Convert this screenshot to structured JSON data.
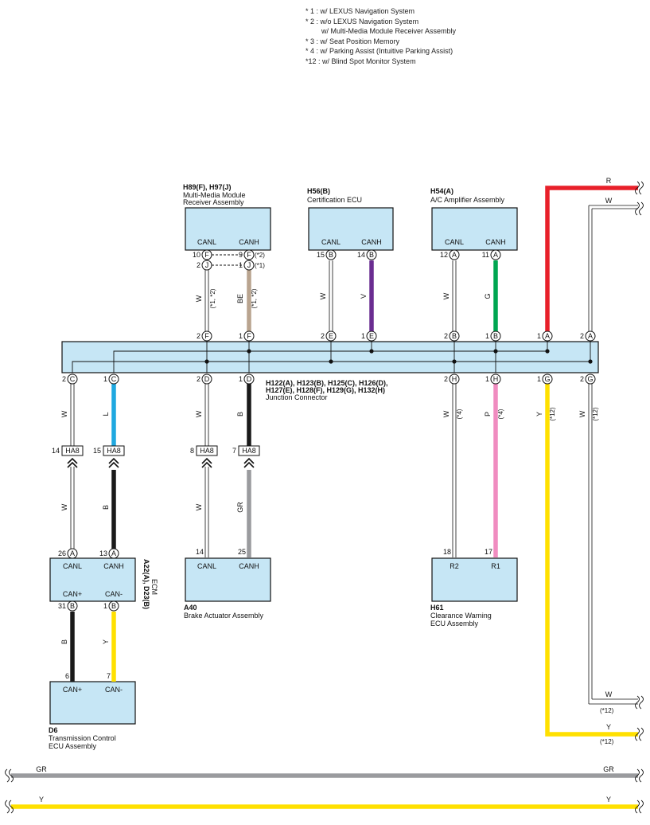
{
  "notes": [
    "* 1 : w/ LEXUS Navigation System",
    "* 2 : w/o LEXUS Navigation System",
    "w/ Multi-Media Module Receiver Assembly",
    "* 3 : w/ Seat Position Memory",
    "* 4 : w/ Parking Assist (Intuitive Parking Assist)",
    "*12 : w/ Blind Spot Monitor System"
  ],
  "components": {
    "mm": {
      "code": "H89(F), H97(J)",
      "name1": "Multi-Media Module",
      "name2": "Receiver Assembly",
      "l": "CANL",
      "h": "CANH"
    },
    "cert": {
      "code": "H56(B)",
      "name1": "Certification ECU",
      "l": "CANL",
      "h": "CANH"
    },
    "ac": {
      "code": "H54(A)",
      "name1": "A/C Amplifier Assembly",
      "l": "CANL",
      "h": "CANH"
    },
    "ecm": {
      "code": "A22(A), D23(B)",
      "name1": "ECM",
      "l": "CANL",
      "h": "CANH",
      "cp": "CAN+",
      "cm": "CAN-"
    },
    "brake": {
      "code": "A40",
      "name1": "Brake Actuator Assembly",
      "l": "CANL",
      "h": "CANH"
    },
    "clr": {
      "code": "H61",
      "name1": "Clearance Warning",
      "name2": "ECU Assembly",
      "l": "R2",
      "h": "R1"
    },
    "tcm": {
      "code": "D6",
      "name1": "Transmission Control",
      "name2": "ECU Assembly",
      "l": "CAN+",
      "h": "CAN-"
    },
    "jc": {
      "code1": "H122(A), H123(B), H125(C), H126(D),",
      "code2": "H127(E), H128(F), H129(G), H132(H)",
      "name": "Junction Connector"
    }
  },
  "pins": {
    "mmF10": "10",
    "mmF9": "9",
    "mmJ2": "2",
    "mmJ1": "1",
    "mmF": "F",
    "mmJ": "J",
    "certB15": "15",
    "certB14": "14",
    "B": "B",
    "acA12": "12",
    "acA11": "11",
    "A": "A",
    "jcTop": [
      "2",
      "1",
      "2",
      "1",
      "2",
      "1",
      "1",
      "2"
    ],
    "jcTopL": [
      "F",
      "F",
      "E",
      "E",
      "B",
      "B",
      "A",
      "A"
    ],
    "jcBot": [
      "2",
      "1",
      "2",
      "1",
      "2",
      "1",
      "1",
      "2"
    ],
    "jcBotL": [
      "C",
      "C",
      "D",
      "D",
      "H",
      "H",
      "G",
      "G"
    ],
    "ha8": "HA8",
    "ha14": "14",
    "ha15": "15",
    "ha8a": "8",
    "ha7": "7",
    "ecm26": "26",
    "ecm13": "13",
    "ecm31": "31",
    "ecm1": "1",
    "br14": "14",
    "br25": "25",
    "cl18": "18",
    "cl17": "17",
    "tc6": "6",
    "tc7": "7"
  },
  "wire_colors": {
    "W": "W",
    "BE": "BE",
    "V": "V",
    "G": "G",
    "R": "R",
    "L": "L",
    "B": "B",
    "P": "P",
    "Y": "Y",
    "GR": "GR"
  },
  "qualifiers": {
    "s2": "(*2)",
    "s1": "(*1)",
    "s12": "(*1, *2)",
    "s4": "(*4)",
    "s12b": "(*12)"
  },
  "colors": {
    "box": "#c6e6f5",
    "red": "#e8202a",
    "beige": "#b9a48f",
    "violet": "#6a2d91",
    "green": "#00a651",
    "blue": "#1fa8e0",
    "black": "#1a1a1a",
    "pink": "#f08cc0",
    "yellow": "#ffe000",
    "gray": "#9a9b9e"
  }
}
